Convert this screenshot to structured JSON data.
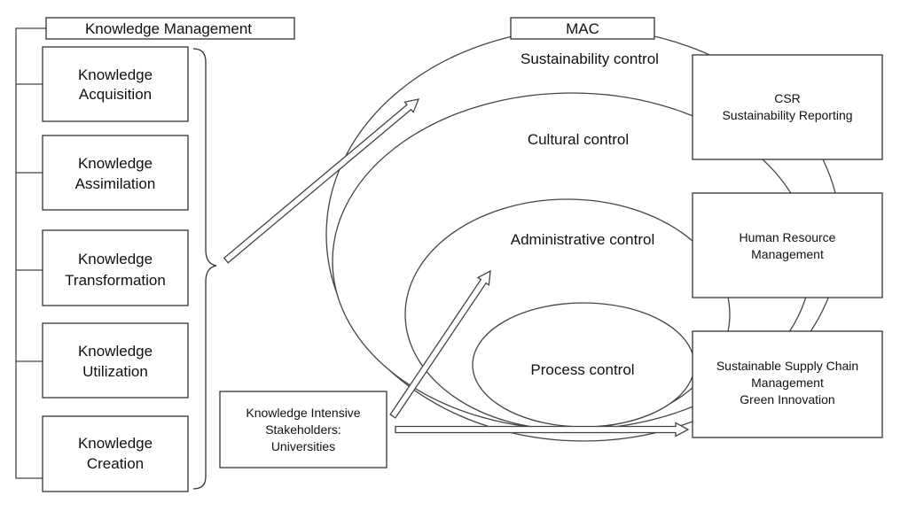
{
  "knowledge_management": {
    "title": "Knowledge Management",
    "steps": [
      {
        "line1": "Knowledge",
        "line2": "Acquisition"
      },
      {
        "line1": "Knowledge",
        "line2": "Assimilation"
      },
      {
        "line1": "Knowledge",
        "line2": "Transformation"
      },
      {
        "line1": "Knowledge",
        "line2": "Utilization"
      },
      {
        "line1": "Knowledge",
        "line2": "Creation"
      }
    ]
  },
  "mac": {
    "title": "MAC",
    "controls": {
      "sustainability": "Sustainability control",
      "cultural": "Cultural control",
      "administrative": "Administrative control",
      "process": "Process control"
    }
  },
  "outcomes": [
    {
      "lines": [
        "CSR",
        "Sustainability Reporting"
      ]
    },
    {
      "lines": [
        "Human Resource",
        "Management"
      ]
    },
    {
      "lines": [
        "Sustainable Supply Chain",
        "Management",
        "Green Innovation"
      ]
    }
  ],
  "stakeholders": {
    "lines": [
      "Knowledge Intensive",
      "Stakeholders:",
      "Universities"
    ]
  }
}
